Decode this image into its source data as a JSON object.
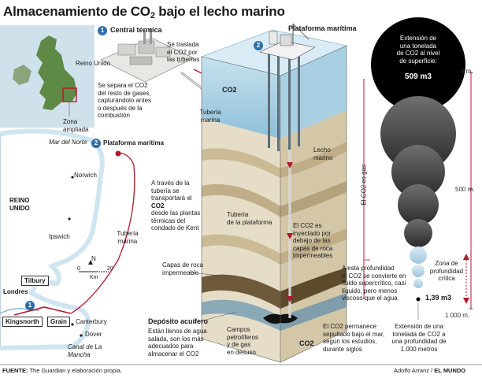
{
  "title": {
    "main": "Almacenamiento de CO",
    "sub": "2",
    "rest": " bajo el lecho marino"
  },
  "steps": {
    "step1": {
      "number": "1",
      "label": "Central térmica"
    },
    "step2": {
      "number": "2",
      "label": "Plataforma marítima"
    }
  },
  "map_inset": {
    "country": "Reino Unido",
    "zoom_label": "Zona ampliada",
    "sea_label": "Mar del Norte"
  },
  "map_main": {
    "platform_label": "Plataforma marítima",
    "country": "REINO UNIDO",
    "cities": [
      "Norwich",
      "Ipswich",
      "Canterbury",
      "Dover"
    ],
    "city_boxes": [
      "Tilbury",
      "Londres",
      "Kingsnorth",
      "Grain"
    ],
    "pipe_label": "Tubería marina",
    "channel_label": "Canal de La Mancha",
    "scale": {
      "zero": "0",
      "twenty": "20",
      "unit": "Km",
      "north": "N"
    },
    "pipe_text": {
      "line1": "A través de la",
      "line2": "tubería se",
      "line3": "transportará el",
      "co2": "CO2",
      "line4": "desde las  plantas",
      "line5": "térmicas del",
      "line6": "condado de Kent"
    }
  },
  "plant": {
    "transfer_text": [
      "Se traslada",
      "el CO2 por",
      "las tuberías"
    ],
    "separate_text": [
      "Se separa el CO2",
      "del resto de gases,",
      "capturándolo antes",
      "o después de la",
      "combustión"
    ],
    "pipe_label": [
      "Tubería",
      "marina"
    ],
    "co2_label": "CO2"
  },
  "cross_section": {
    "seabed": [
      "Lecho",
      "marino"
    ],
    "platform_pipe": [
      "Tubería",
      "de la plataforma"
    ],
    "injected": [
      "El CO2 es",
      "inyectado por",
      "debajo de las",
      "capas de roca",
      "impermeables"
    ],
    "rock_layers": [
      "Capas de roca",
      "impermeable"
    ],
    "aquifer_title": "Depósito acuífero",
    "aquifer_text": [
      "Están llenos de agua",
      "salada, son los más",
      "adecuados para",
      "almacenar el CO2"
    ],
    "fields": [
      "Campos",
      "petrolíferos",
      "y de gas",
      "en desuso"
    ],
    "co2_label": "CO2",
    "remains": [
      "El CO2 permanece",
      "sepultado bajo el mar,",
      "según los estudios,",
      "durante siglos"
    ]
  },
  "depth_panel": {
    "bubble_title": [
      "Extensión de",
      "una tonelada",
      "de CO2 al nivel",
      "de superficie:"
    ],
    "bubble_value": "509 m3",
    "ticks": [
      "0 m.",
      "500 m.",
      "1.000 m."
    ],
    "gas_label": "El CO2 es gas",
    "critical_zone": [
      "Zona de",
      "profundidad",
      "crítica"
    ],
    "supercritical": [
      "A esta profundidad",
      "el CO2 se convierte en",
      "fluido supercrítico, casi",
      "líquido, pero menos",
      "viscoso que el agua"
    ],
    "small_value": "1,39 m3",
    "bottom_text": [
      "Extensión de una",
      "tonelada de CO2 a",
      "una profundidad de",
      "1.000 metros"
    ]
  },
  "footer": {
    "source_label": "FUENTE:",
    "source_text": "The Guardian y elaboración propia.",
    "credit_author": "Adolfo Arranz / ",
    "credit_paper": "EL MUNDO"
  },
  "colors": {
    "accent_blue": "#2f6ea8",
    "red_arrow": "#b0182b",
    "sea": "#aacde0",
    "sediment_light": "#e6ddc8",
    "sediment_dark": "#8c7a55",
    "bubble_black": "#000000"
  }
}
